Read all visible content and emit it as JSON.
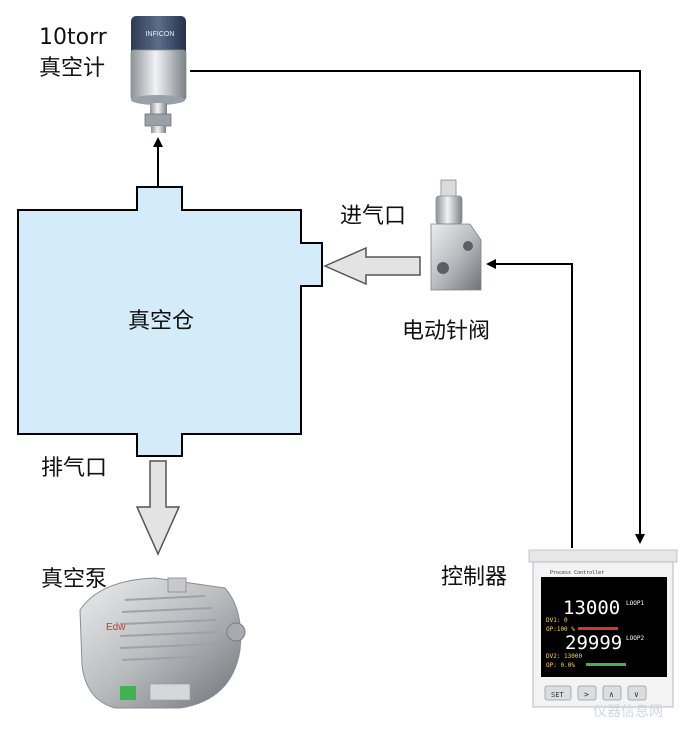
{
  "labels": {
    "gauge_line1": "10torr",
    "gauge_line2": "真空计",
    "chamber": "真空仓",
    "inlet": "进气口",
    "valve": "电动针阀",
    "exhaust": "排气口",
    "pump": "真空泵",
    "controller": "控制器"
  },
  "controller_screen": {
    "brand": "Process Controller",
    "pv1": "13000",
    "loop1": "LOOP1",
    "row1a": "DV1: 0",
    "row1b": "OP:100 %",
    "pv2": "29999",
    "loop2": "LOOP2",
    "row2a": "DV2: 13000",
    "row2b": "OP: 0.0%",
    "buttons": [
      "SET",
      ">",
      "∧",
      "∨"
    ]
  },
  "pump_brand": "Edw",
  "gauge_brand": "INFICON",
  "watermark": "仪器信息网",
  "colors": {
    "chamber_fill": "#d4ecfa",
    "arrow_fill": "#e3e3e3",
    "line": "#000000"
  }
}
